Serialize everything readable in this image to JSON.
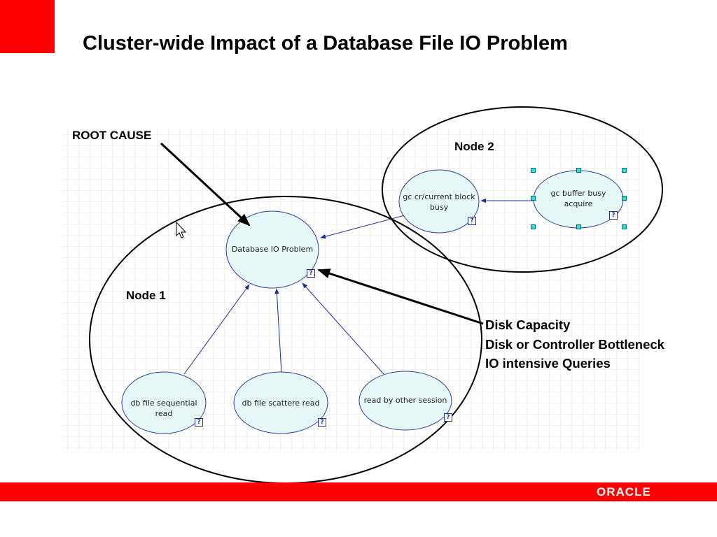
{
  "slide": {
    "title": "Cluster-wide Impact of a Database File IO Problem",
    "accent_color": "#ff0000"
  },
  "annotations": {
    "root_cause": "ROOT CAUSE",
    "node1": "Node 1",
    "node2": "Node 2",
    "causes": [
      "Disk Capacity",
      "Disk or Controller Bottleneck",
      "IO intensive Queries"
    ]
  },
  "nodes": [
    {
      "id": "db_io",
      "label": "Database IO Problem"
    },
    {
      "id": "gc_cr",
      "label_lines": [
        "gc cr/current block",
        "busy"
      ]
    },
    {
      "id": "gc_buffer",
      "label_lines": [
        "gc buffer busy",
        "acquire"
      ],
      "selected": true
    },
    {
      "id": "seq_read",
      "label": "db file sequential read"
    },
    {
      "id": "scat_read",
      "label": "db file scattere read"
    },
    {
      "id": "other_session",
      "label": "read by other session"
    }
  ],
  "edges": [
    {
      "from": "gc_buffer",
      "to": "gc_cr"
    },
    {
      "from": "gc_cr",
      "to": "db_io"
    },
    {
      "from": "seq_read",
      "to": "db_io"
    },
    {
      "from": "scat_read",
      "to": "db_io"
    },
    {
      "from": "other_session",
      "to": "db_io"
    }
  ],
  "help_icon_glyph": "?",
  "icons": [
    "cursor-arrow-icon",
    "help-icon"
  ],
  "footer": {
    "logo_text": "ORACLE"
  }
}
